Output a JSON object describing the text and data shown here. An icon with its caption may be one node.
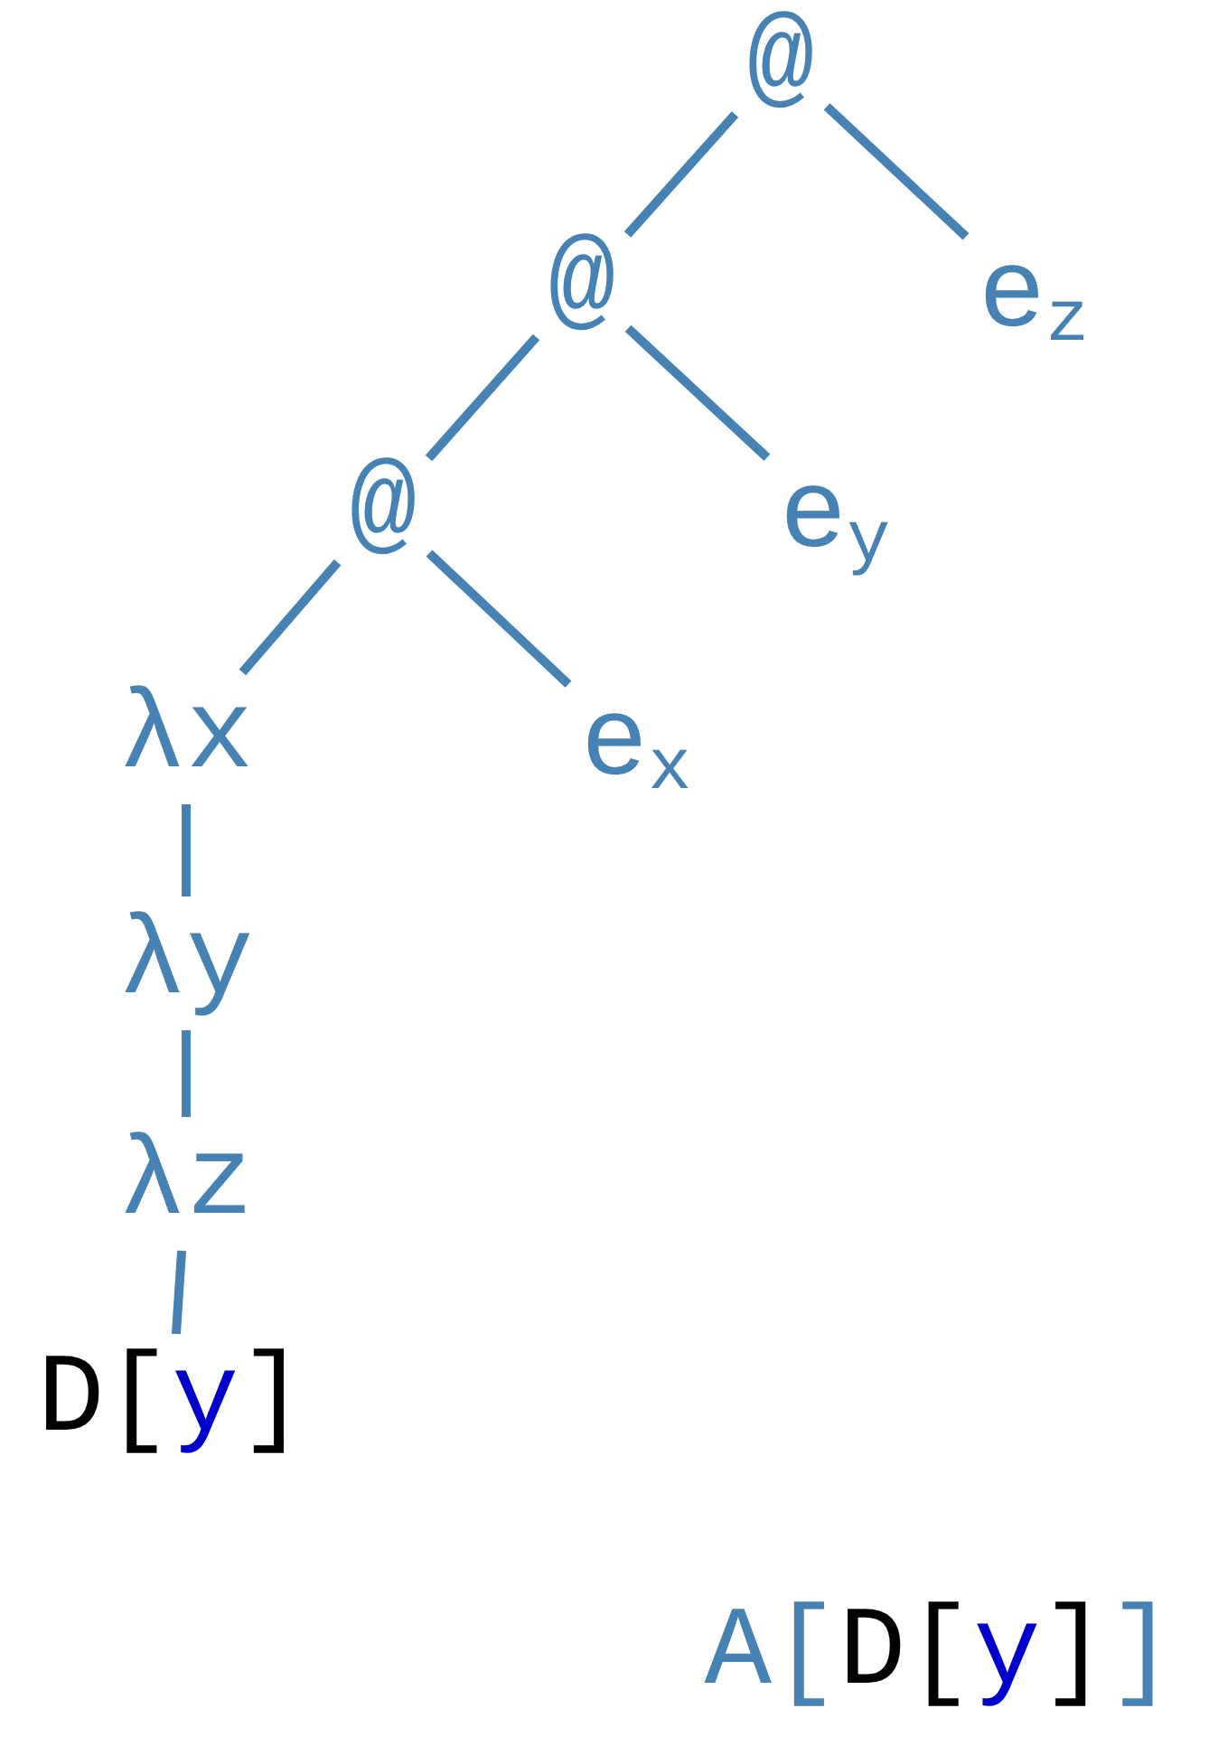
{
  "diagram": {
    "nodes": [
      {
        "text": [
          "@"
        ]
      },
      {
        "text": [
          "@"
        ]
      },
      {
        "text": [
          "e$_{z}$"
        ]
      },
      {
        "text": [
          "@"
        ]
      },
      {
        "text": [
          "e$_{y}$"
        ]
      },
      {
        "text": [
          "λx"
        ]
      },
      {
        "text": [
          "e$_{x}$"
        ]
      },
      {
        "text": [
          "λy"
        ]
      },
      {
        "text": [
          "λz"
        ]
      },
      {
        "text": [
          "D[y]"
        ]
      }
    ],
    "edges": [
      {
        "from": 0,
        "to": 1,
        "arrow": "none"
      },
      {
        "from": 0,
        "to": 2,
        "arrow": "none"
      },
      {
        "from": 1,
        "to": 3,
        "arrow": "none"
      },
      {
        "from": 1,
        "to": 4,
        "arrow": "none"
      },
      {
        "from": 3,
        "to": 5,
        "arrow": "none"
      },
      {
        "from": 3,
        "to": 6,
        "arrow": "none"
      },
      {
        "from": 5,
        "to": 7,
        "arrow": "none"
      },
      {
        "from": 7,
        "to": 8,
        "arrow": "none"
      },
      {
        "from": 8,
        "to": 9,
        "arrow": "none"
      }
    ],
    "labels": [
      "A[D[y]]"
    ]
  }
}
